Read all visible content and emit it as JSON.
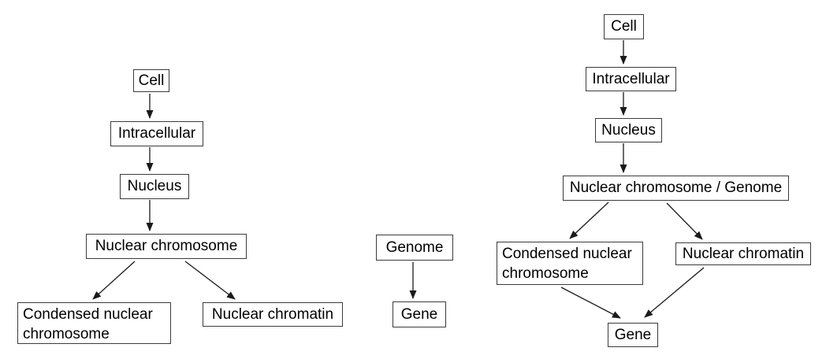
{
  "diagrams": {
    "left": {
      "nodes": {
        "cell": {
          "label": "Cell"
        },
        "intracellular": {
          "label": "Intracellular"
        },
        "nucleus": {
          "label": "Nucleus"
        },
        "nuclear_chromosome": {
          "label": "Nuclear chromosome"
        },
        "condensed_nuclear_chromosome": {
          "label": "Condensed nuclear chromosome"
        },
        "nuclear_chromatin": {
          "label": "Nuclear chromatin"
        }
      },
      "edges": [
        {
          "from": "cell",
          "to": "intracellular"
        },
        {
          "from": "intracellular",
          "to": "nucleus"
        },
        {
          "from": "nucleus",
          "to": "nuclear_chromosome"
        },
        {
          "from": "nuclear_chromosome",
          "to": "condensed_nuclear_chromosome"
        },
        {
          "from": "nuclear_chromosome",
          "to": "nuclear_chromatin"
        }
      ]
    },
    "middle": {
      "nodes": {
        "genome": {
          "label": "Genome"
        },
        "gene": {
          "label": "Gene"
        }
      },
      "edges": [
        {
          "from": "genome",
          "to": "gene"
        }
      ]
    },
    "right": {
      "nodes": {
        "cell": {
          "label": "Cell"
        },
        "intracellular": {
          "label": "Intracellular"
        },
        "nucleus": {
          "label": "Nucleus"
        },
        "nuclear_chromosome_genome": {
          "label": "Nuclear chromosome / Genome"
        },
        "condensed_nuclear_chromosome": {
          "label": "Condensed nuclear chromosome"
        },
        "nuclear_chromatin": {
          "label": "Nuclear chromatin"
        },
        "gene": {
          "label": "Gene"
        }
      },
      "edges": [
        {
          "from": "cell",
          "to": "intracellular"
        },
        {
          "from": "intracellular",
          "to": "nucleus"
        },
        {
          "from": "nucleus",
          "to": "nuclear_chromosome_genome"
        },
        {
          "from": "nuclear_chromosome_genome",
          "to": "condensed_nuclear_chromosome"
        },
        {
          "from": "nuclear_chromosome_genome",
          "to": "nuclear_chromatin"
        },
        {
          "from": "condensed_nuclear_chromosome",
          "to": "gene"
        },
        {
          "from": "nuclear_chromatin",
          "to": "gene"
        }
      ]
    }
  },
  "colors": {
    "background": "#ffffff",
    "box_border": "#3b3b3b",
    "text": "#000000",
    "arrow": "#1a1a1a"
  }
}
